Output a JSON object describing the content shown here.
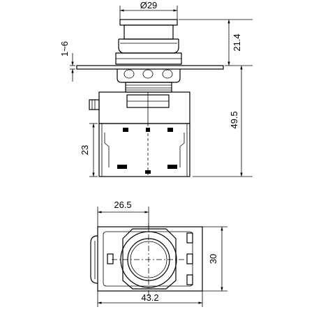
{
  "dimensions": {
    "diameter": "Ø29",
    "panel_thickness": "1~6",
    "head_height": "21.4",
    "total_height": "49.5",
    "block_height": "23",
    "top_width": "26.5",
    "depth": "30",
    "total_width": "43.2"
  }
}
